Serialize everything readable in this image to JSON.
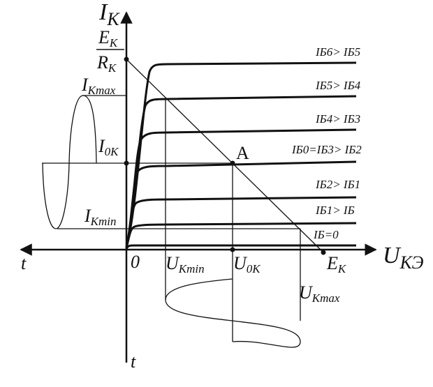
{
  "diagram": {
    "axes": {
      "y_label_main": "I",
      "y_label_sub": "К",
      "x_label_main": "U",
      "x_label_sub": "КЭ",
      "origin": "0",
      "t_left": "t",
      "t_bottom": "t"
    },
    "y_marks": {
      "ek_rk_num_main": "E",
      "ek_rk_num_sub": "К",
      "ek_rk_den_main": "R",
      "ek_rk_den_sub": "К",
      "ikmax_main": "I",
      "ikmax_sub": "Кmax",
      "i0k_main": "I",
      "i0k_sub": "0К",
      "ikmin_main": "I",
      "ikmin_sub": "Кmin"
    },
    "x_marks": {
      "ukmin_main": "U",
      "ukmin_sub": "Кmin",
      "u0k_main": "U",
      "u0k_sub": "0К",
      "ek_main": "E",
      "ek_sub": "К",
      "ukmax_main": "U",
      "ukmax_sub": "Кmax"
    },
    "point_label": "A",
    "curve_labels": [
      {
        "id": "c6",
        "text": "IБ6> IБ5"
      },
      {
        "id": "c5",
        "text": "IБ5> IБ4"
      },
      {
        "id": "c4",
        "text": "IБ4> IБ3"
      },
      {
        "id": "c3",
        "text": "IБ0=IБ3> IБ2"
      },
      {
        "id": "c2",
        "text": "IБ2> IБ1"
      },
      {
        "id": "c1",
        "text": "IБ1> IБ"
      },
      {
        "id": "c0",
        "text": "IБ=0"
      }
    ]
  }
}
